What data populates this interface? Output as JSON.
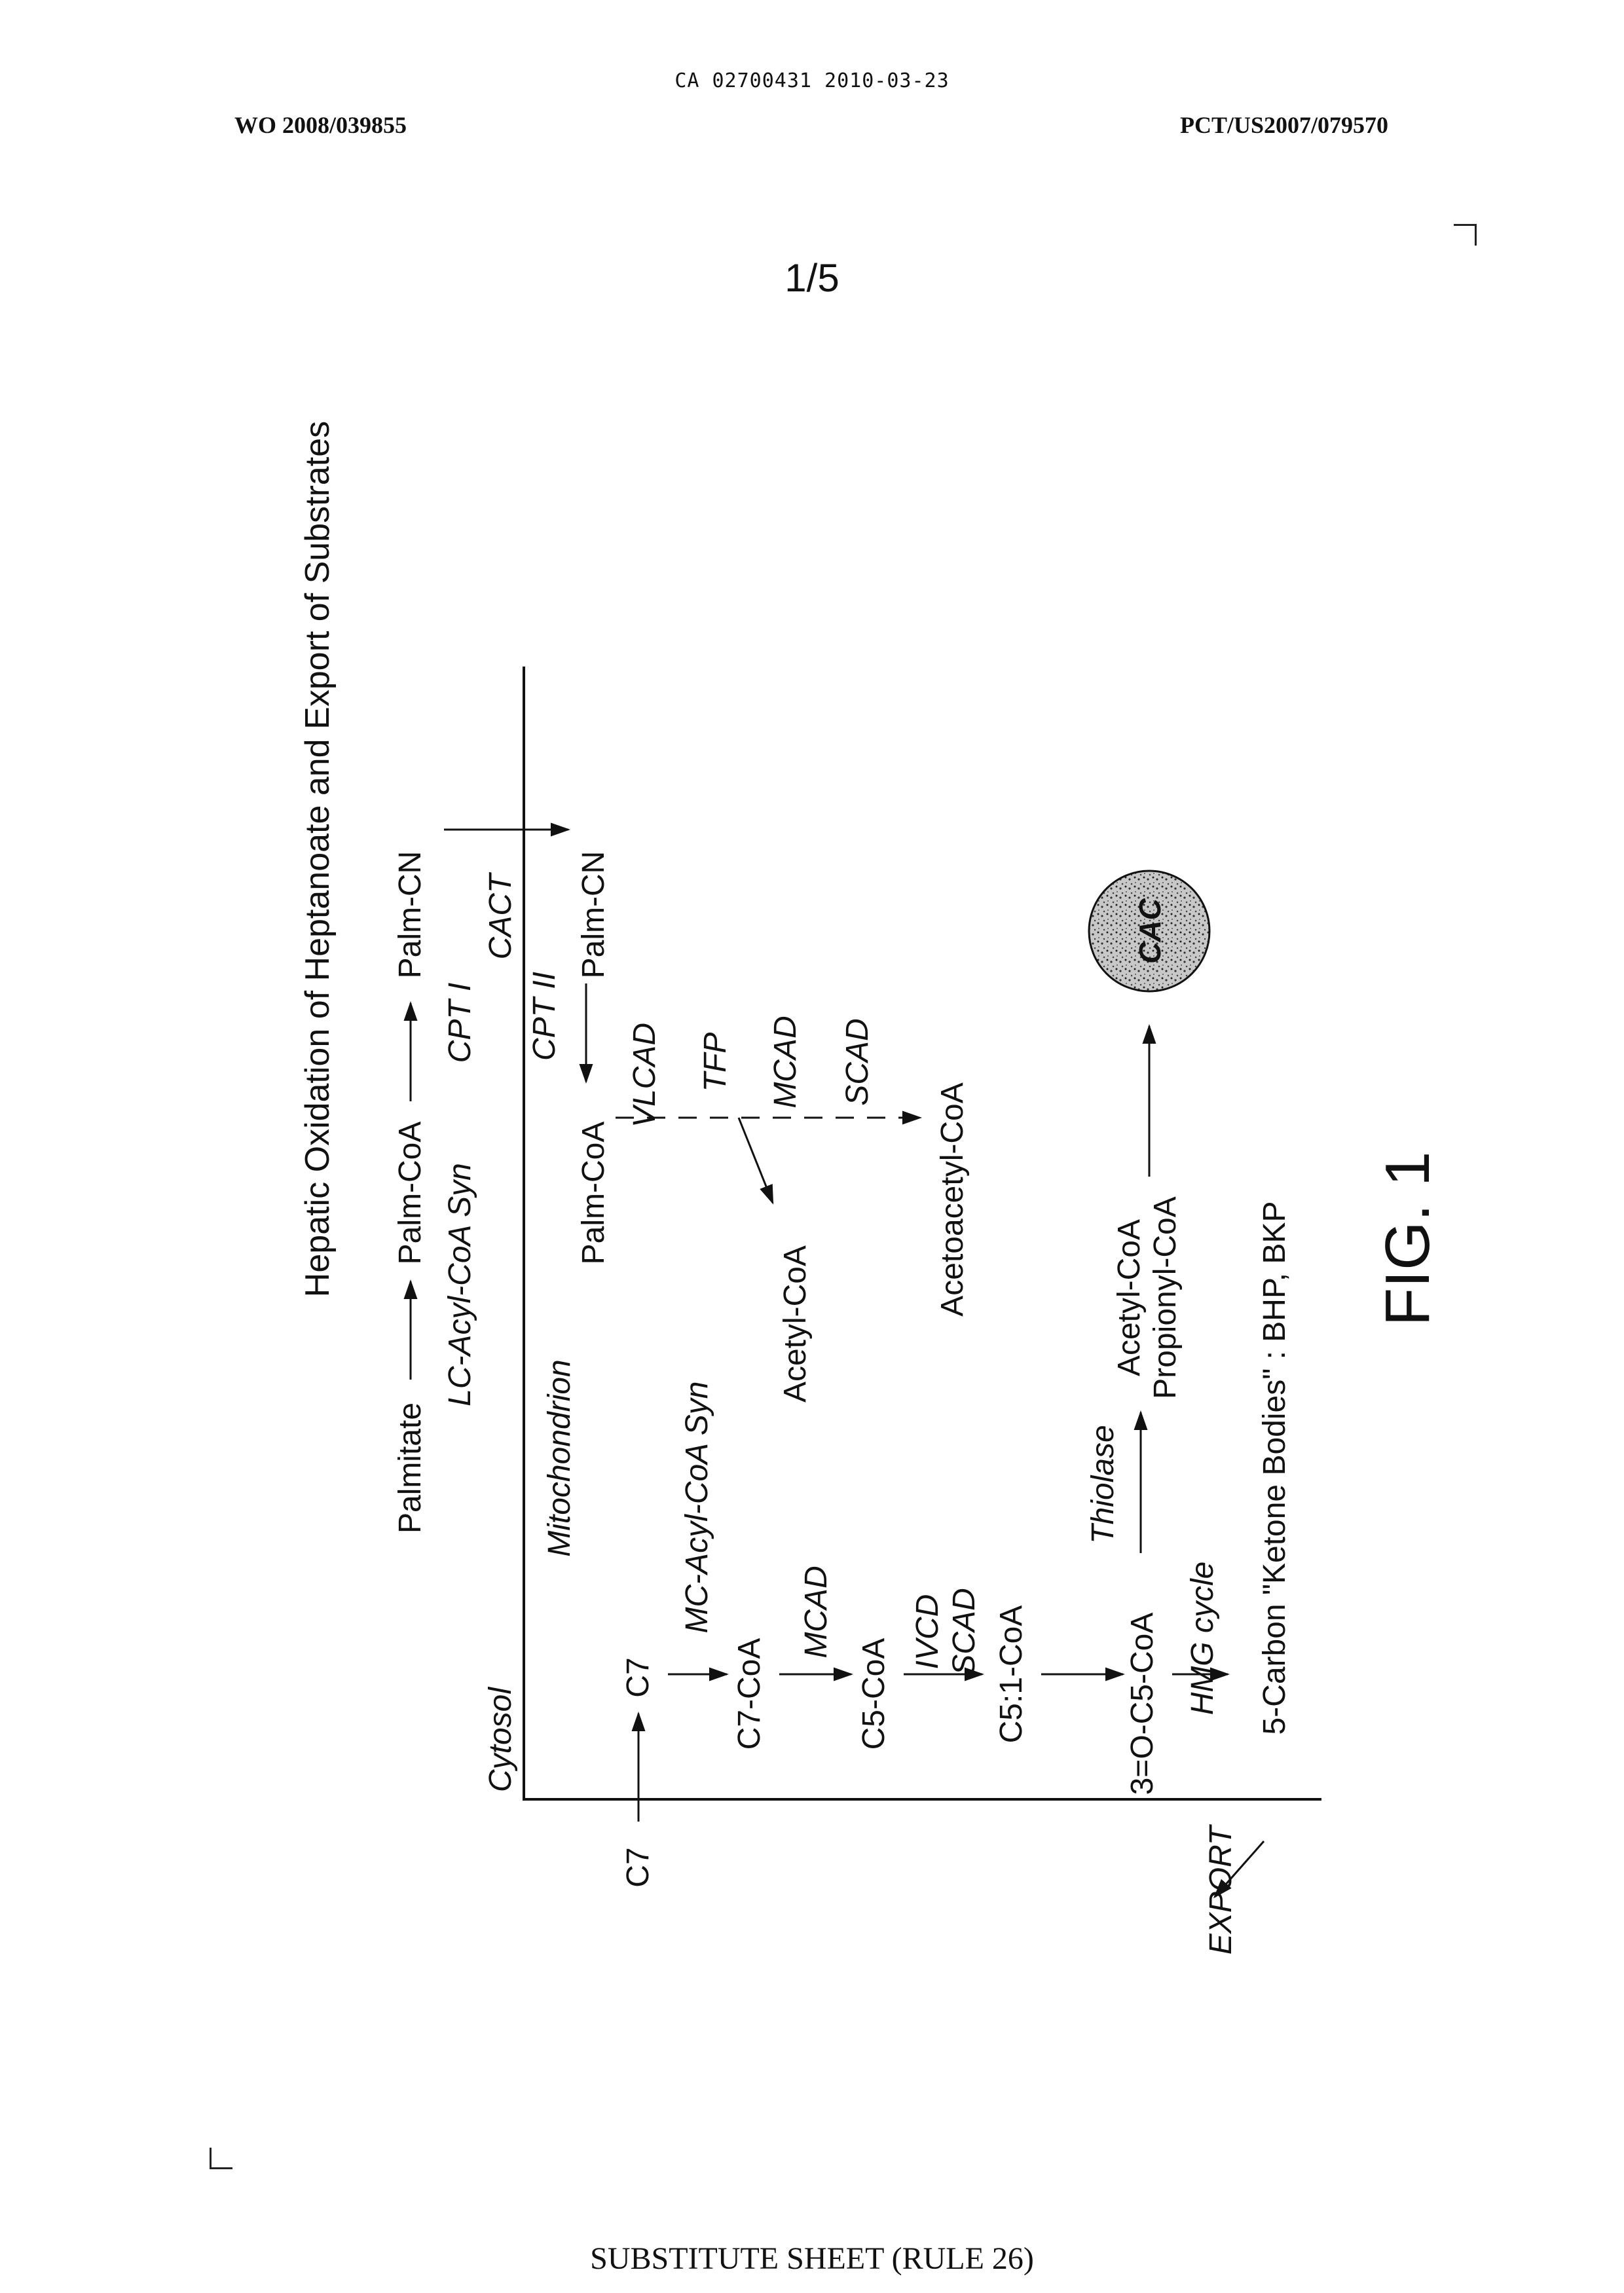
{
  "header": {
    "top_line": "CA 02700431 2010-03-23",
    "publication_number": "WO 2008/039855",
    "application_number": "PCT/US2007/079570"
  },
  "page_number": "1/5",
  "figure": {
    "title": "Hepatic Oxidation of Heptanoate and Export of Substrates",
    "label": "FIG. 1",
    "compartments": {
      "cytosol": "Cytosol",
      "mitochondrion": "Mitochondrion",
      "export": "EXPORT"
    },
    "long_chain": {
      "palmitate": "Palmitate",
      "palm_coa": "Palm-CoA",
      "palm_cn": "Palm-CN",
      "palm_cn_mito": "Palm-CN",
      "palm_coa_mito": "Palm-CoA",
      "acetyl_coa": "Acetyl-CoA",
      "acetoacetyl_coa": "Acetoacetyl-CoA"
    },
    "long_chain_enzymes": {
      "lc_acyl_coa_syn": "LC-Acyl-CoA Syn",
      "cpt1": "CPT I",
      "cact": "CACT",
      "cpt2": "CPT II",
      "vlcad": "VLCAD",
      "tfp": "TFP",
      "mcad": "MCAD",
      "scad": "SCAD"
    },
    "heptanoate": {
      "c7_outside": "C7",
      "c7_inside": "C7",
      "c7_coa": "C7-CoA",
      "c5_coa": "C5-CoA",
      "c5_1_coa": "C5:1-CoA",
      "oxo_c5_coa": "3=O-C5-CoA",
      "ketone_bodies": "5-Carbon \"Ketone Bodies\" : BHP, BKP",
      "acetyl_coa": "Acetyl-CoA",
      "propionyl_coa": "Propionyl-CoA"
    },
    "heptanoate_enzymes": {
      "mc_acyl_coa_syn": "MC-Acyl-CoA Syn",
      "mcad": "MCAD",
      "ivcd": "IVCD",
      "scad": "SCAD",
      "hmg_cycle": "HMG cycle",
      "thiolase": "Thiolase"
    },
    "cac_label": "CAC"
  },
  "footer": "SUBSTITUTE SHEET (RULE 26)"
}
